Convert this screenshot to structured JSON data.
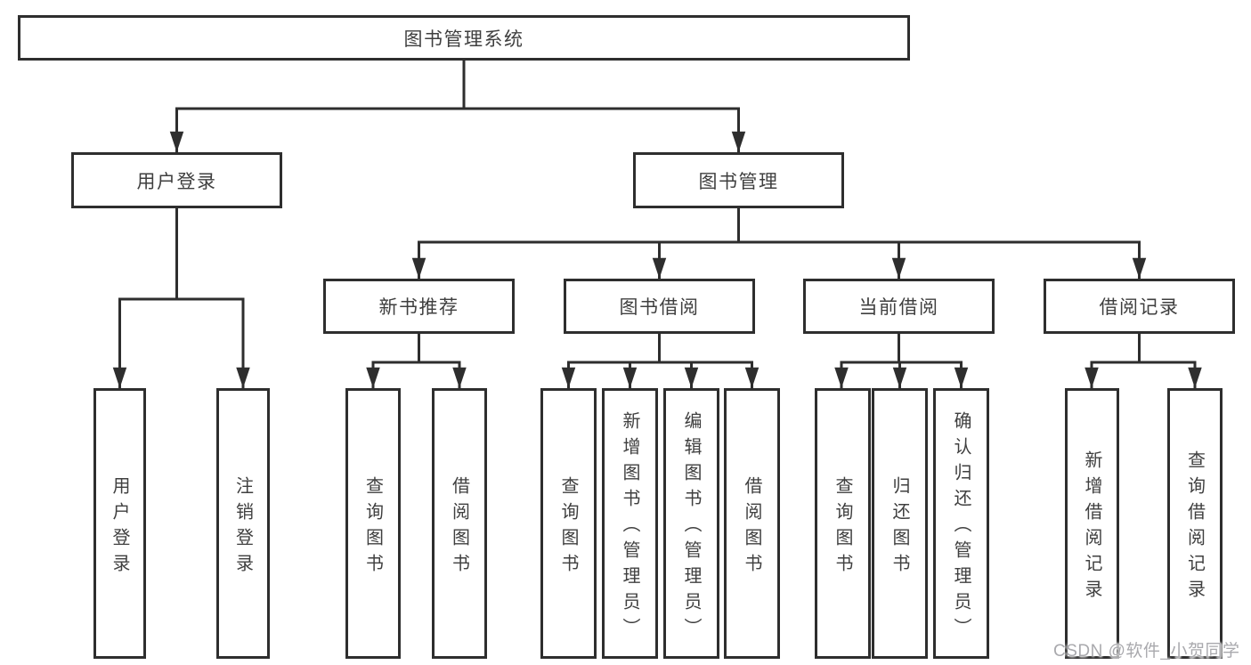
{
  "tree": {
    "root": {
      "label": "图书管理系统"
    },
    "branches": [
      {
        "label": "用户登录",
        "children": [
          {
            "label": "用户登录"
          },
          {
            "label": "注销登录"
          }
        ]
      },
      {
        "label": "图书管理",
        "sections": [
          {
            "label": "新书推荐",
            "children": [
              {
                "label": "查询图书"
              },
              {
                "label": "借阅图书"
              }
            ]
          },
          {
            "label": "图书借阅",
            "children": [
              {
                "label": "查询图书"
              },
              {
                "label": "新增图书（管理员）"
              },
              {
                "label": "编辑图书（管理员）"
              },
              {
                "label": "借阅图书"
              }
            ]
          },
          {
            "label": "当前借阅",
            "children": [
              {
                "label": "查询图书"
              },
              {
                "label": "归还图书"
              },
              {
                "label": "确认归还（管理员）"
              }
            ]
          },
          {
            "label": "借阅记录",
            "children": [
              {
                "label": "新增借阅记录"
              },
              {
                "label": "查询借阅记录"
              }
            ]
          }
        ]
      }
    ]
  },
  "watermark": "CSDN @软件_小贺同学",
  "colors": {
    "line": "#2e2e2e",
    "text": "#3f3f3f",
    "watermark": "#a9a9ad",
    "background": "#ffffff"
  }
}
